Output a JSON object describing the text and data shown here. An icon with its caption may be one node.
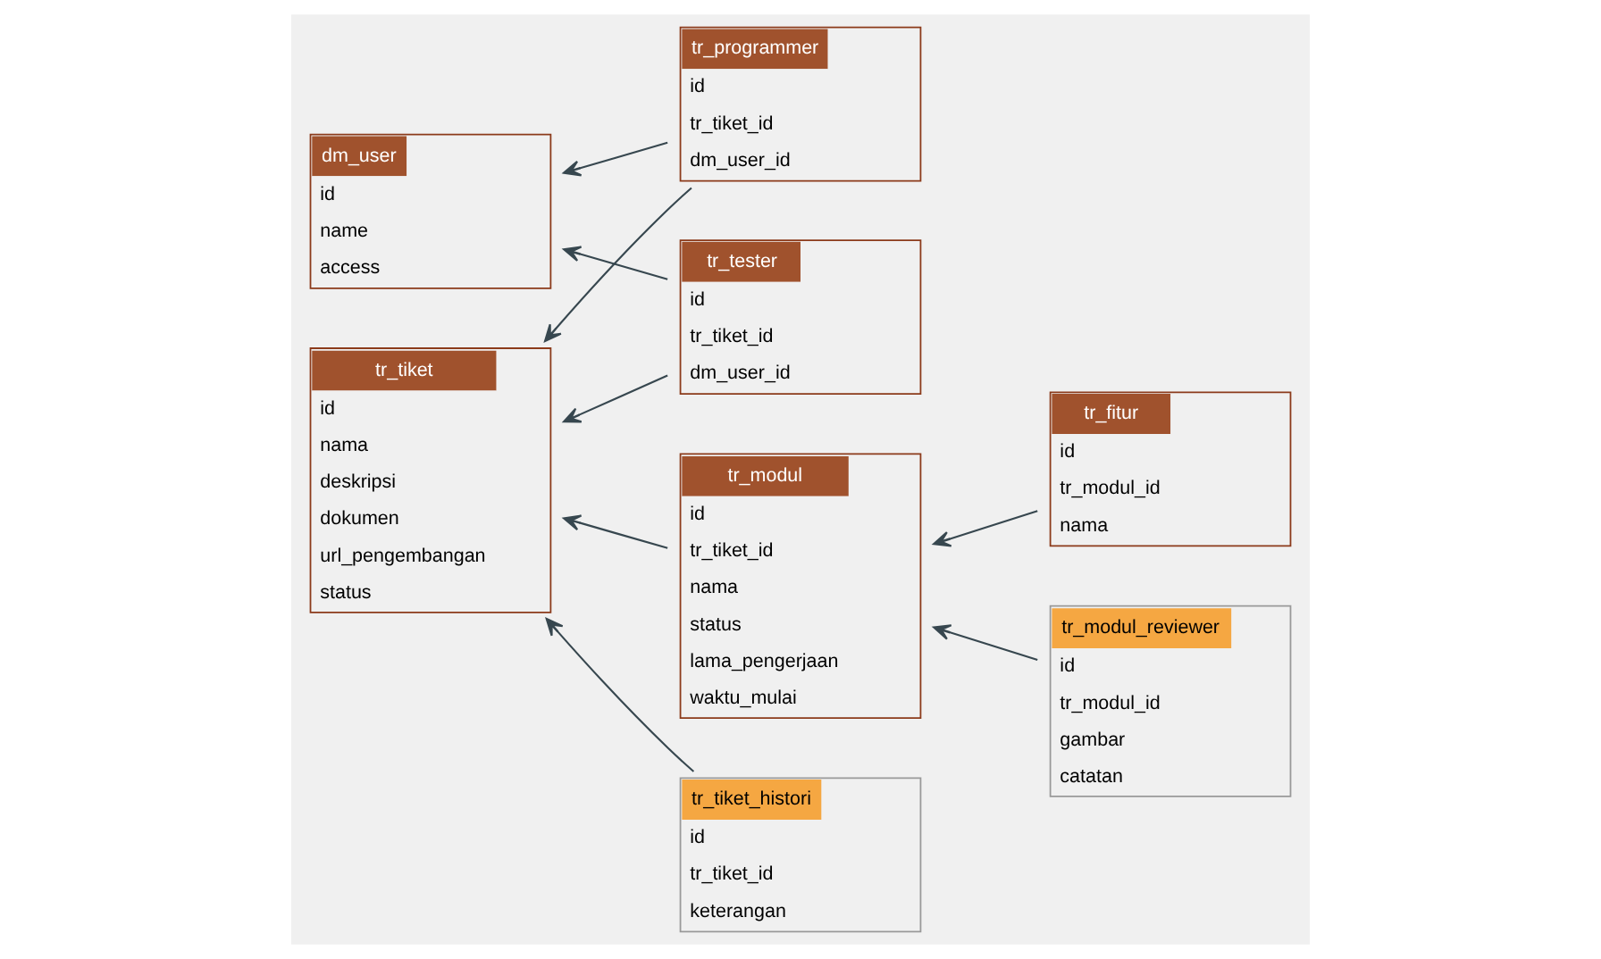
{
  "diagram": {
    "nodes": [
      {
        "text": [
          "dm_user",
          "id",
          "name",
          "access"
        ]
      },
      {
        "text": [
          "tr_tiket",
          "id",
          "nama",
          "deskripsi",
          "dokumen",
          "url_pengembangan",
          "status"
        ]
      },
      {
        "text": [
          "tr_modul",
          "id",
          "tr_tiket_id",
          "nama",
          "status",
          "lama_pengerjaan",
          "waktu_mulai"
        ]
      },
      {
        "text": [
          "tr_fitur",
          "id",
          "tr_modul_id",
          "nama"
        ]
      },
      {
        "text": [
          "tr_programmer",
          "id",
          "tr_tiket_id",
          "dm_user_id"
        ]
      },
      {
        "text": [
          "tr_tiket_histori",
          "id",
          "tr_tiket_id",
          "keterangan"
        ]
      },
      {
        "text": [
          "tr_modul_reviewer",
          "id",
          "tr_modul_id",
          "gambar",
          "catatan"
        ]
      },
      {
        "text": [
          "tr_tester",
          "id",
          "tr_tiket_id",
          "dm_user_id"
        ]
      }
    ],
    "edges": [
      {
        "from": 4,
        "to": 0,
        "arrow": "to"
      },
      {
        "from": 4,
        "to": 1,
        "arrow": "to"
      },
      {
        "from": 7,
        "to": 0,
        "arrow": "to"
      },
      {
        "from": 7,
        "to": 1,
        "arrow": "to"
      },
      {
        "from": 5,
        "to": 1,
        "arrow": "to"
      },
      {
        "from": 2,
        "to": 1,
        "arrow": "to"
      },
      {
        "from": 3,
        "to": 2,
        "arrow": "to"
      },
      {
        "from": 6,
        "to": 2,
        "arrow": "to"
      }
    ]
  }
}
